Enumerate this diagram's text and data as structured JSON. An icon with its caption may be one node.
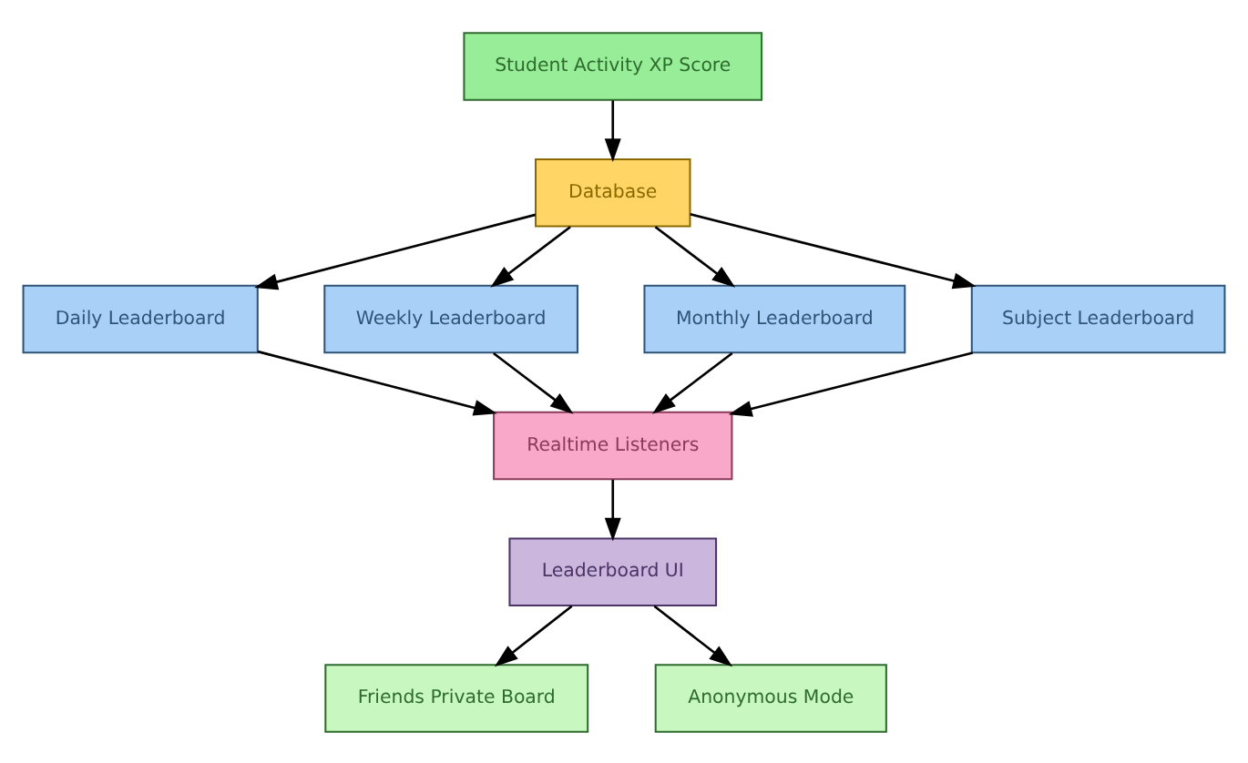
{
  "diagram": {
    "nodes": [
      {
        "text": [
          "Student Activity XP Score"
        ]
      },
      {
        "text": [
          "Database"
        ]
      },
      {
        "text": [
          "Daily Leaderboard"
        ]
      },
      {
        "text": [
          "Weekly Leaderboard"
        ]
      },
      {
        "text": [
          "Monthly Leaderboard"
        ]
      },
      {
        "text": [
          "Subject Leaderboard"
        ]
      },
      {
        "text": [
          "Realtime Listeners"
        ]
      },
      {
        "text": [
          "Leaderboard UI"
        ]
      },
      {
        "text": [
          "Friends Private Board"
        ]
      },
      {
        "text": [
          "Anonymous Mode"
        ]
      }
    ],
    "edges": [
      {
        "from": 0,
        "to": 1,
        "arrow": "to"
      },
      {
        "from": 1,
        "to": 2,
        "arrow": "to"
      },
      {
        "from": 1,
        "to": 3,
        "arrow": "to"
      },
      {
        "from": 1,
        "to": 4,
        "arrow": "to"
      },
      {
        "from": 1,
        "to": 5,
        "arrow": "to"
      },
      {
        "from": 2,
        "to": 6,
        "arrow": "to"
      },
      {
        "from": 3,
        "to": 6,
        "arrow": "to"
      },
      {
        "from": 4,
        "to": 6,
        "arrow": "to"
      },
      {
        "from": 5,
        "to": 6,
        "arrow": "to"
      },
      {
        "from": 6,
        "to": 7,
        "arrow": "to"
      },
      {
        "from": 7,
        "to": 8,
        "arrow": "to"
      },
      {
        "from": 7,
        "to": 9,
        "arrow": "to"
      }
    ]
  }
}
